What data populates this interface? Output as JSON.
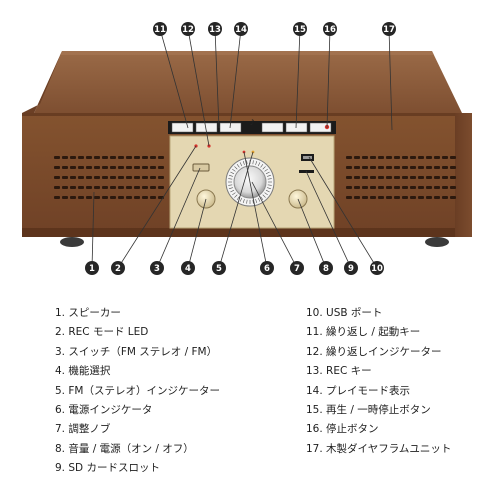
{
  "product": {
    "brand_mark": "♪"
  },
  "callouts_top": [
    "11",
    "12",
    "13",
    "14",
    "15",
    "16",
    "17"
  ],
  "callouts_bottom": [
    "1",
    "2",
    "3",
    "4",
    "5",
    "6",
    "7",
    "8",
    "9",
    "10"
  ],
  "legend_left": [
    "1. スピーカー",
    "2. REC モード LED",
    "3. スイッチ（FM ステレオ / FM）",
    "4. 機能選択",
    "5. FM（ステレオ）インジケーター",
    "6. 電源インジケータ",
    "7. 調整ノブ",
    "8. 音量 / 電源（オン / オフ）",
    "9. SD カードスロット"
  ],
  "legend_right": [
    "10. USB ポート",
    "11. 繰り返し / 起動キー",
    "12. 繰り返しインジケーター",
    "13. REC キー",
    "14. プレイモード表示",
    "15. 再生 / 一時停止ボタン",
    "16. 停止ボタン",
    "17. 木製ダイヤフラムユニット"
  ],
  "colors": {
    "wood_top": "#8a5a3a",
    "wood_front": "#7a4a2c",
    "callout_fill": "#262626",
    "leader_line": "#333333"
  }
}
